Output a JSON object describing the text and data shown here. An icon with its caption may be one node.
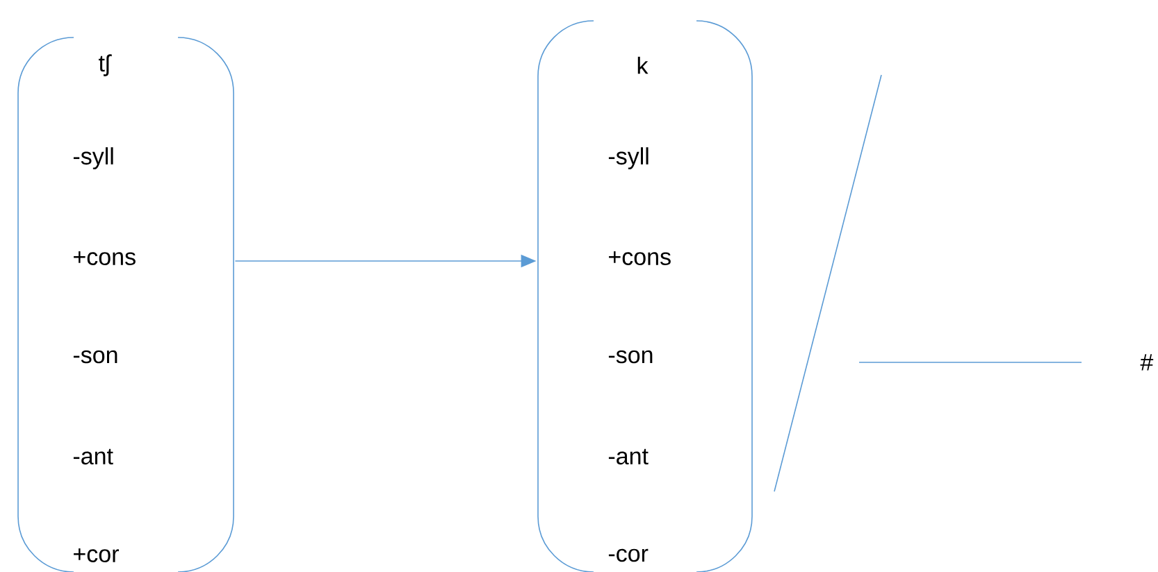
{
  "diagram": {
    "nodes": [
      {
        "text": [
          "tʃ",
          "-syll",
          "+cons",
          "-son",
          "-ant",
          "+cor"
        ]
      },
      {
        "text": [
          "k",
          "-syll",
          "+cons",
          "-son",
          "-ant",
          "-cor"
        ]
      }
    ],
    "edges": [
      {
        "from": 0,
        "to": 1,
        "arrow": "to"
      }
    ],
    "labels": [
      "#"
    ]
  }
}
